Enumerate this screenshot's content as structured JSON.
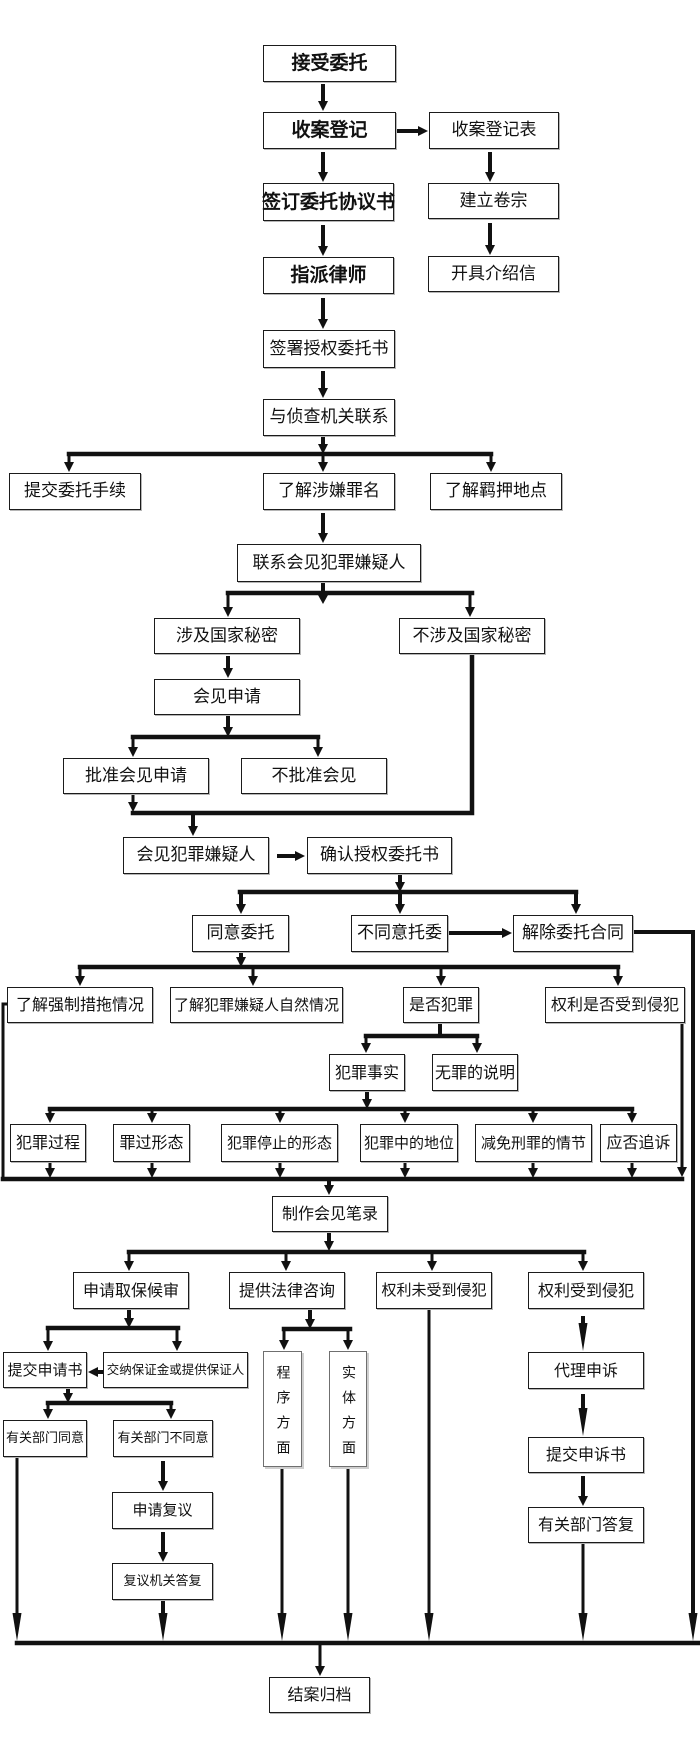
{
  "intake": {
    "accept_entrustment": "接受委托",
    "case_registration": "收案登记",
    "sign_agreement": "签订委托协议书",
    "assign_lawyer": "指派律师",
    "sign_authorization": "签署授权委托书"
  },
  "registration_branch": {
    "case_registration_form": "收案登记表",
    "create_file": "建立卷宗",
    "issue_letter": "开具介绍信"
  },
  "investigation_contact": {
    "contact_investigation": "与侦查机关联系",
    "submit_procedures": "提交委托手续",
    "learn_charges": "了解涉嫌罪名",
    "learn_detention_place": "了解羁押地点"
  },
  "meeting_arrangement": {
    "contact_meeting": "联系会见犯罪嫌疑人",
    "state_secrets": "涉及国家秘密",
    "no_state_secrets": "不涉及国家秘密",
    "meeting_application": "会见申请",
    "approve_meeting": "批准会见申请",
    "deny_meeting": "不批准会见"
  },
  "meeting": {
    "meet_suspect": "会见犯罪嫌疑人",
    "confirm_authorization": "确认授权委托书",
    "agree": "同意委托",
    "disagree": "不同意托委",
    "terminate_contract": "解除委托合同"
  },
  "inquiry": {
    "coercive_measures": "了解强制措拖情况",
    "suspect_info": "了解犯罪嫌疑人自然情况",
    "is_crime": "是否犯罪",
    "rights_violated_question": "权利是否受到侵犯",
    "crime_facts": "犯罪事实",
    "innocence_explanation": "无罪的说明"
  },
  "crime_fact_details": [
    "犯罪过程",
    "罪过形态",
    "犯罪停止的形态",
    "犯罪中的地位",
    "减免刑罪的情节",
    "应否追诉"
  ],
  "post_meeting": {
    "meeting_record": "制作会见笔录",
    "bail_application": "申请取保候审",
    "legal_advice": "提供法律咨询",
    "rights_not_violated": "权利未受到侵犯",
    "rights_violated": "权利受到侵犯"
  },
  "bail": {
    "submit_application": "提交申请书",
    "guarantee": "交纳保证金或提供保证人",
    "dept_agree": "有关部门同意",
    "dept_disagree": "有关部门不同意",
    "reconsideration": "申请复议",
    "reconsideration_reply": "复议机关答复"
  },
  "legal_advice_aspects": [
    "程序方面",
    "实体方面"
  ],
  "appeal": {
    "agent_appeal": "代理申诉",
    "submit_appeal": "提交申诉书",
    "dept_reply": "有关部门答复"
  },
  "closing": {
    "close_case": "结案归档"
  }
}
